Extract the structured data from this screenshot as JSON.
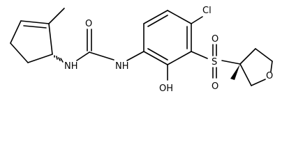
{
  "molecule": {
    "atoms": {
      "nh_left": "NH",
      "nh_right": "NH",
      "carbonyl_o": "O",
      "cl": "Cl",
      "oh": "OH",
      "s": "S",
      "sulfonyl_o_top": "O",
      "sulfonyl_o_bottom": "O",
      "ring_o": "O"
    }
  }
}
